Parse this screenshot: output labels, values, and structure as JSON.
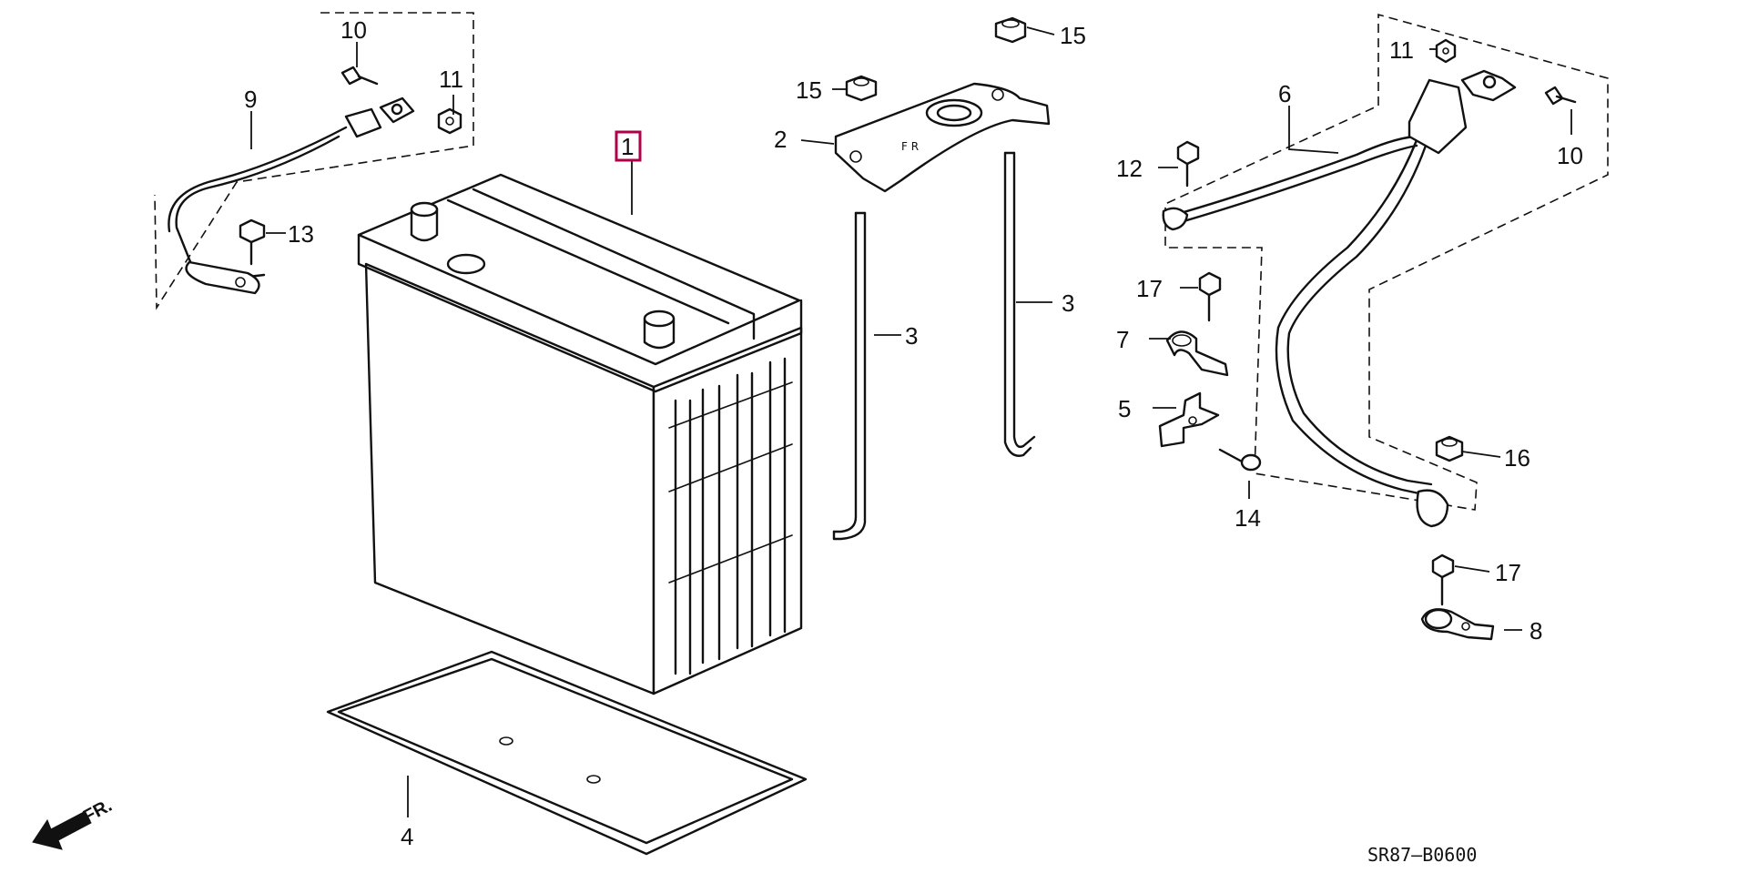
{
  "callouts": {
    "c1": "1",
    "c2": "2",
    "c3a": "3",
    "c3b": "3",
    "c4": "4",
    "c5": "5",
    "c6": "6",
    "c7": "7",
    "c8": "8",
    "c9": "9",
    "c10a": "10",
    "c10b": "10",
    "c11a": "11",
    "c11b": "11",
    "c12": "12",
    "c13": "13",
    "c14": "14",
    "c15a": "15",
    "c15b": "15",
    "c16": "16",
    "c17a": "17",
    "c17b": "17"
  },
  "direction_label": "FR.",
  "diagram_code": "SR87–B0600",
  "selected_part": "1",
  "highlight_color": "#b0004a"
}
